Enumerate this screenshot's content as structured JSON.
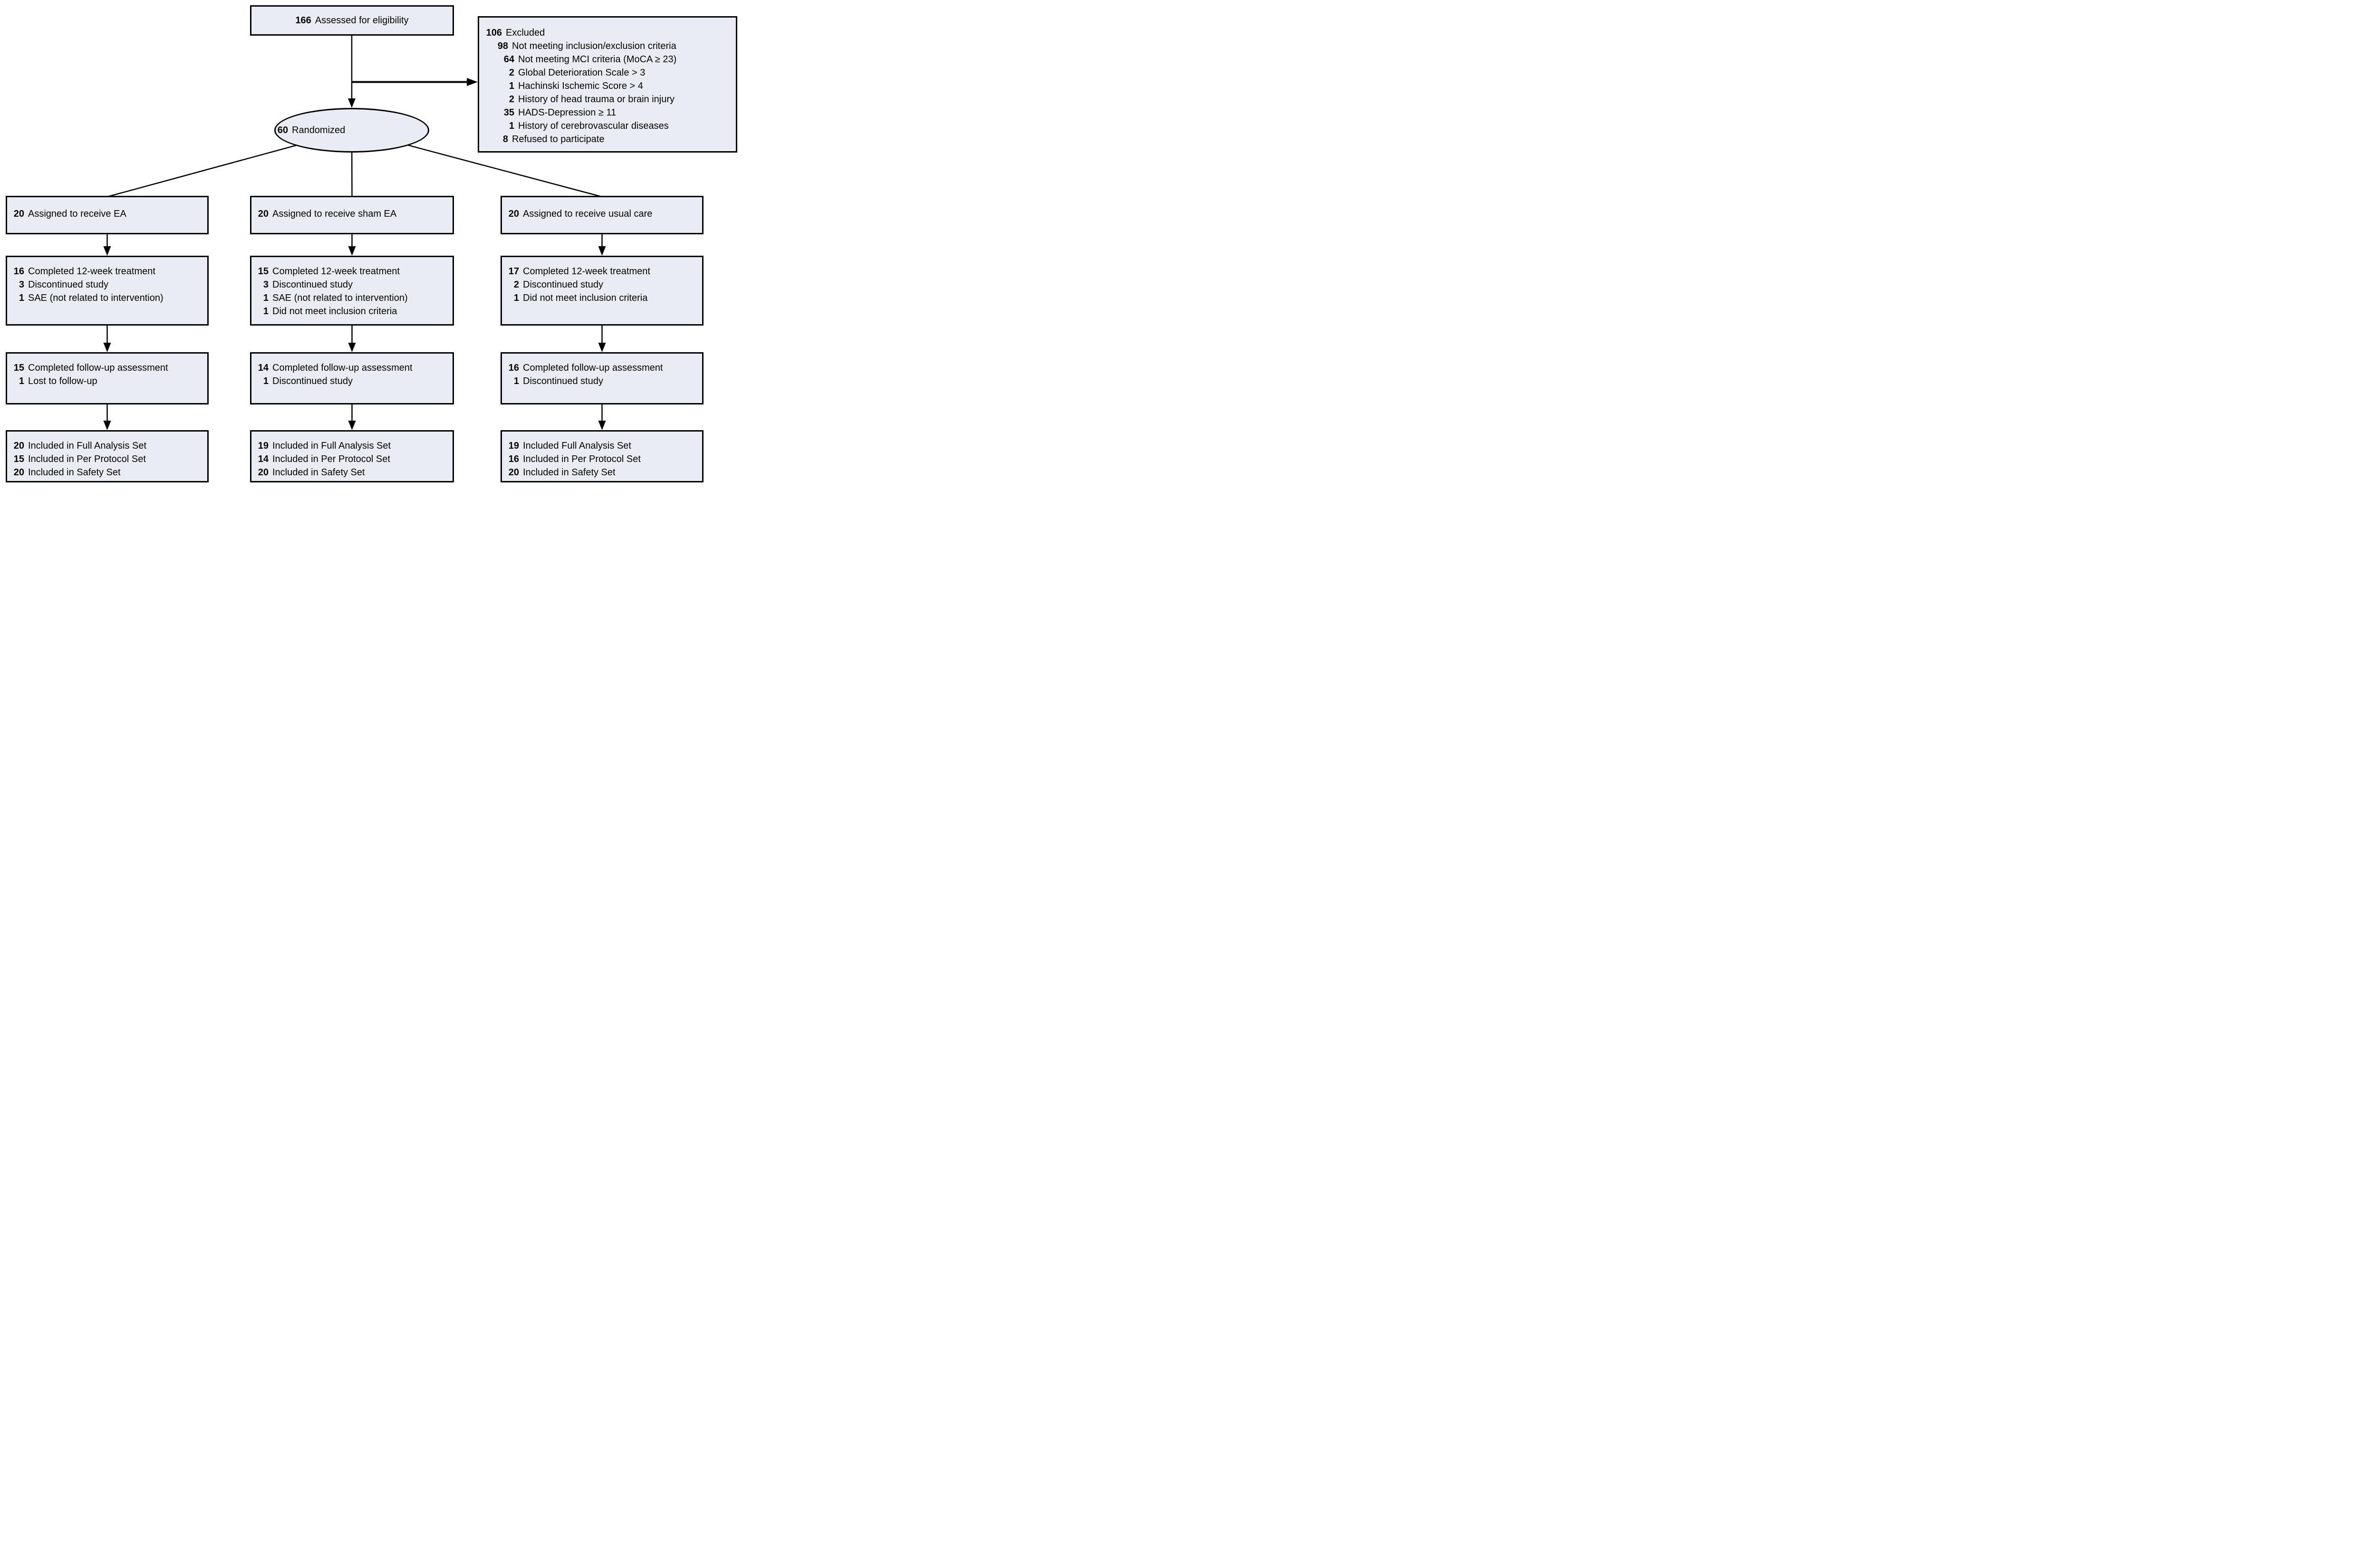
{
  "colors": {
    "box_fill": "#e9edf3",
    "border": "#000000",
    "background": "#ffffff"
  },
  "top_box": {
    "lines": [
      {
        "num": "166",
        "text": "Assessed for eligibility"
      }
    ]
  },
  "excluded_box": {
    "lines": [
      {
        "num": "106",
        "text": "Excluded",
        "lvl": 1
      },
      {
        "num": "98",
        "text": "Not meeting inclusion/exclusion criteria",
        "lvl": 2
      },
      {
        "num": "64",
        "text": "Not meeting MCI criteria (MoCA ≥ 23)",
        "lvl": 3
      },
      {
        "num": "2",
        "text": "Global Deterioration Scale > 3",
        "lvl": 3
      },
      {
        "num": "1",
        "text": "Hachinski Ischemic Score > 4",
        "lvl": 3
      },
      {
        "num": "2",
        "text": "History of head trauma or brain injury",
        "lvl": 3
      },
      {
        "num": "35",
        "text": "HADS-Depression ≥ 11",
        "lvl": 3
      },
      {
        "num": "1",
        "text": "History of cerebrovascular diseases",
        "lvl": 3
      },
      {
        "num": "8",
        "text": "Refused to participate",
        "lvl": 2
      }
    ]
  },
  "randomized": {
    "lines": [
      {
        "num": "60",
        "text": "Randomized"
      }
    ]
  },
  "columns": [
    {
      "id": "ea",
      "assigned": {
        "lines": [
          {
            "num": "20",
            "text": "Assigned to receive EA"
          }
        ]
      },
      "treatment": {
        "lines": [
          {
            "num": "16",
            "text": "Completed 12-week treatment"
          },
          {
            "num": "3",
            "text": "Discontinued study"
          },
          {
            "num": "1",
            "text": "SAE (not related to intervention)"
          }
        ]
      },
      "followup": {
        "lines": [
          {
            "num": "15",
            "text": "Completed follow-up assessment"
          },
          {
            "num": "1",
            "text": "Lost to follow-up"
          }
        ]
      },
      "analysis": {
        "lines": [
          {
            "num": "20",
            "text": "Included in Full Analysis Set"
          },
          {
            "num": "15",
            "text": "Included in Per Protocol Set"
          },
          {
            "num": "20",
            "text": "Included in Safety Set"
          }
        ]
      }
    },
    {
      "id": "sham-ea",
      "assigned": {
        "lines": [
          {
            "num": "20",
            "text": "Assigned to receive sham EA"
          }
        ]
      },
      "treatment": {
        "lines": [
          {
            "num": "15",
            "text": "Completed 12-week treatment"
          },
          {
            "num": "3",
            "text": "Discontinued study"
          },
          {
            "num": "1",
            "text": "SAE (not related to intervention)"
          },
          {
            "num": "1",
            "text": "Did not meet inclusion criteria"
          }
        ]
      },
      "followup": {
        "lines": [
          {
            "num": "14",
            "text": "Completed follow-up assessment"
          },
          {
            "num": "1",
            "text": "Discontinued study"
          }
        ]
      },
      "analysis": {
        "lines": [
          {
            "num": "19",
            "text": "Included in Full Analysis Set"
          },
          {
            "num": "14",
            "text": "Included in Per Protocol Set"
          },
          {
            "num": "20",
            "text": "Included in Safety Set"
          }
        ]
      }
    },
    {
      "id": "usual-care",
      "assigned": {
        "lines": [
          {
            "num": "20",
            "text": "Assigned to receive usual care"
          }
        ]
      },
      "treatment": {
        "lines": [
          {
            "num": "17",
            "text": "Completed 12-week treatment"
          },
          {
            "num": "2",
            "text": "Discontinued study"
          },
          {
            "num": "1",
            "text": "Did not meet inclusion criteria"
          }
        ]
      },
      "followup": {
        "lines": [
          {
            "num": "16",
            "text": "Completed follow-up assessment"
          },
          {
            "num": "1",
            "text": "Discontinued study"
          }
        ]
      },
      "analysis": {
        "lines": [
          {
            "num": "19",
            "text": "Included Full Analysis Set"
          },
          {
            "num": "16",
            "text": "Included in Per Protocol Set"
          },
          {
            "num": "20",
            "text": "Included in Safety Set"
          }
        ]
      }
    }
  ]
}
